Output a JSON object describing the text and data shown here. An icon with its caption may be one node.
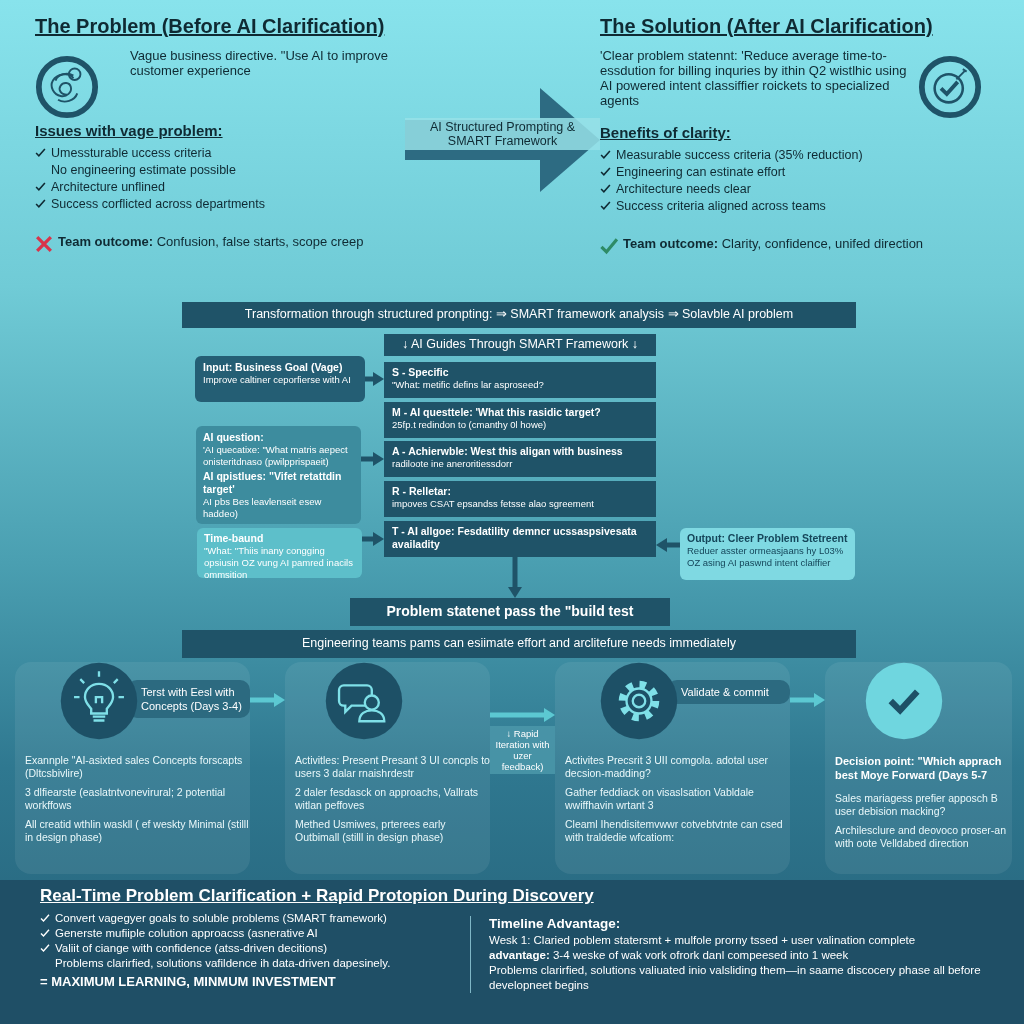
{
  "diagram": {
    "nodes": [
      {
        "text": [
          "The Problem (Before AI Clarification)",
          "Vague business directive. \"Use AI to improve customer experience",
          "Issues with vage problem:",
          "Umessturable uccess criteria",
          "No engineering estimate possible",
          "Architecture unflined",
          "Success corflicted across departments",
          "**Team outcome:** Confusion, false starts, scope creep"
        ]
      },
      {
        "text": [
          "The Solution (After AI Clarification)",
          "'Clear problem statennt: 'Reduce average time-to-essdution for billing inquries by ithin Q2 wistlhic using AI powered intent classiffier roickets to specialized agents",
          "Benefits of clarity:",
          "Measurable success criteria (35% reduction)",
          "Engineering can estinate effort",
          "Architecture needs clear",
          "Success criteria aligned across teams",
          "**Team outcome:** Clarity, confidence, unifed direction"
        ]
      },
      {
        "text": [
          "Transformation through structured pronpting:  ⇒ SMART framework analysis ⇒ Solavble AI problem"
        ]
      },
      {
        "text": [
          "↓ AI Guides Through SMART Framework ↓"
        ]
      },
      {
        "text": [
          "Input: Business Goal (Vage)",
          "Improve caltiner ceporfierse with AI"
        ]
      },
      {
        "text": [
          "S - Specific",
          "\"What: metific defins lar asproseed?"
        ]
      },
      {
        "text": [
          "M - AI questtele: 'What this rasidic target?",
          "25fp.t redindon to (cmanthy 0l howe)"
        ]
      },
      {
        "text": [
          "A - Achierwble: West this aligan with business",
          "radiloote ine aneroritiessdorr"
        ]
      },
      {
        "text": [
          "R - Relletar:",
          "impoves CSAT epsandss fetsse alao sgreement"
        ]
      },
      {
        "text": [
          "T - AI allgoe: Fesdatility demncr ucssaspsivesata availadity"
        ]
      },
      {
        "text": [
          "AI question:",
          "'AI quecatixe: \"What matris aepect onisteritdnaso (pwilpprispaeit)",
          "AI qpistlues: \"Vifet retattdin target'",
          "AI pbs Bes leavlenseit esew haddeo)"
        ]
      },
      {
        "text": [
          "Time-baund",
          "\"What: \"Thiis inany congging opsiusin OZ vung AI pamred inacils ommsition"
        ]
      },
      {
        "text": [
          "Output: Cleer Problem Stetreent",
          "Reduer asster ormeasjaans hy L03% OZ asing AI paswnd intent claiffier"
        ]
      },
      {
        "text": [
          "Problem statenet pass the \"build test"
        ]
      },
      {
        "text": [
          "Engineering teams pams can esiimate effort and arclitefure needs immediately"
        ]
      },
      {
        "text": [
          "Terst with Eesl with Concepts (Days 3-4)",
          "Exannple \"AI-asixted sales Concepts forscapts (Dltcsbivlire)",
          "3 dlfiearste (easlatntvonevirural; 2 potential workffows",
          "All creatid wthlin waskll ( ef weskty Minimal (stilll in design phase)"
        ]
      },
      {
        "text": [
          "Activitles: Present Presant 3 UI concpls to users 3 dalar rnaishrdestr",
          "2 daler fesdasck on approachs, Vallrats witlan peffoves",
          "Methed Usmiwes, prterees early Outbimall (stilll in design phase)"
        ]
      },
      {
        "text": [
          "Validate & commit",
          "Activites Precsrit 3 UII comgola. adotal user decsion-madding?",
          "Gather feddiack on visaslsation Vabldale wwiffhavin wrtant 3",
          "Cleaml Ihendisitemvwwr cotvebtvtnte can csed with traldedie wfcatiom:"
        ]
      },
      {
        "text": [
          "Decision point: \"Which apprach best Moye Forward (Days 5-7",
          "Sales mariagess prefier apposch B user debision macking?",
          "Archilesclure and deovoco proser-an with oote Velldabed direction"
        ]
      },
      {
        "text": [
          "Real-Time Problem Clarification + Rapid Protopion During Discovery",
          "Convert vagegyer goals to soluble problems (SMART framework)",
          "Generste mufiiple colution approacss (asnerative AI",
          "Valiit of ciange with confidence (atss-driven decitions)",
          "Problems clarirfied, solutions vafildence ih data-driven dapesinely.",
          "= MAXIMUM LEARNING, MINMUM INVESTMENT",
          "Timeline Advantage:",
          "Wesk 1: Claried poblem statersmt + mulfole prorny tssed + user valination complete",
          "**advantage:** 3-4 weske of wak vork ofrork danl compeesed into 1 week",
          "Problems clarirfied, solutions valiuated inio valsliding them—in saame discocery phase all before developneet begins"
        ]
      }
    ],
    "edges": [
      {
        "from": 0,
        "to": 1,
        "arrow": "to",
        "label": "AI Structured Prompting & SMART Framework",
        "style": "thick",
        "color": "#2d6b82"
      },
      {
        "from": 4,
        "to": 5,
        "arrow": "to"
      },
      {
        "from": 10,
        "to": 7,
        "arrow": "to"
      },
      {
        "from": 11,
        "to": 9,
        "arrow": "to"
      },
      {
        "from": 12,
        "to": 9,
        "arrow": "to"
      },
      {
        "from": 9,
        "to": 13,
        "arrow": "to"
      },
      {
        "from": 15,
        "to": 16,
        "arrow": "to",
        "color": "#5cc8d2"
      },
      {
        "from": 16,
        "to": 17,
        "arrow": "to",
        "label": "↓ Rapid Iteration with uzer feedback)",
        "color": "#5cc8d2"
      },
      {
        "from": 17,
        "to": 18,
        "arrow": "to",
        "color": "#5cc8d2"
      }
    ]
  }
}
